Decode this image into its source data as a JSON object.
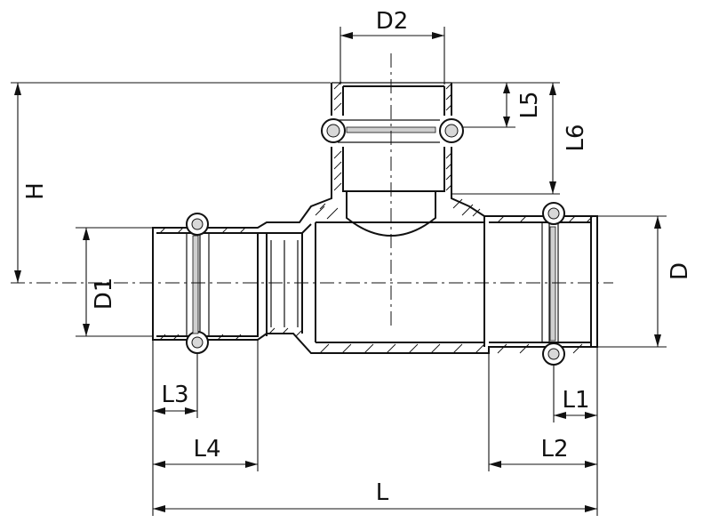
{
  "drawing": {
    "labels": {
      "d2": "D2",
      "l5": "L5",
      "l6": "L6",
      "h": "H",
      "d1": "D1",
      "d": "D",
      "l3": "L3",
      "l4": "L4",
      "l1": "L1",
      "l2": "L2",
      "l": "L"
    }
  }
}
